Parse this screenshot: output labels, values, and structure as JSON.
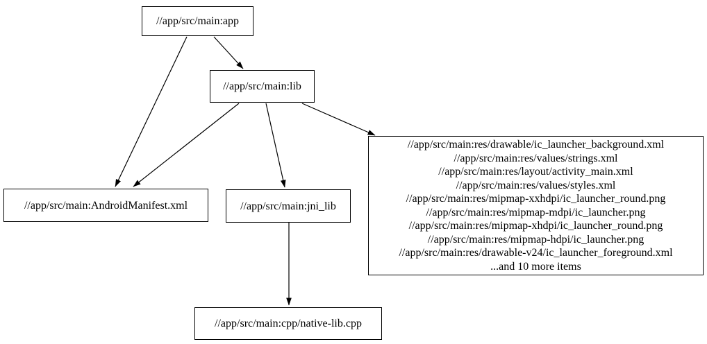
{
  "graph": {
    "kind": "digraph",
    "nodes": {
      "app": {
        "label": "//app/src/main:app"
      },
      "lib": {
        "label": "//app/src/main:lib"
      },
      "android_manifest": {
        "label": "//app/src/main:AndroidManifest.xml"
      },
      "jni_lib": {
        "label": "//app/src/main:jni_lib"
      },
      "res_group": {
        "lines": [
          "//app/src/main:res/drawable/ic_launcher_background.xml",
          "//app/src/main:res/values/strings.xml",
          "//app/src/main:res/layout/activity_main.xml",
          "//app/src/main:res/values/styles.xml",
          "//app/src/main:res/mipmap-xxhdpi/ic_launcher_round.png",
          "//app/src/main:res/mipmap-mdpi/ic_launcher.png",
          "//app/src/main:res/mipmap-xhdpi/ic_launcher_round.png",
          "//app/src/main:res/mipmap-hdpi/ic_launcher.png",
          "//app/src/main:res/drawable-v24/ic_launcher_foreground.xml",
          "...and 10 more items"
        ]
      },
      "native_lib": {
        "label": "//app/src/main:cpp/native-lib.cpp"
      }
    },
    "edges": [
      {
        "from": "app",
        "to": "android_manifest"
      },
      {
        "from": "app",
        "to": "lib"
      },
      {
        "from": "lib",
        "to": "android_manifest"
      },
      {
        "from": "lib",
        "to": "jni_lib"
      },
      {
        "from": "lib",
        "to": "res_group"
      },
      {
        "from": "jni_lib",
        "to": "native_lib"
      }
    ],
    "colors": {
      "background": "#ffffff",
      "node_fill": "#ffffff",
      "node_border": "#000000",
      "edge": "#000000",
      "text": "#000000"
    }
  }
}
